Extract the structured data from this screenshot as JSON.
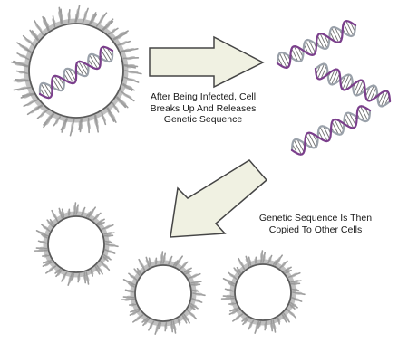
{
  "captions": {
    "step1": [
      "After Being Infected, Cell",
      "Breaks Up And Releases",
      "Genetic Sequence"
    ],
    "step2": [
      "Genetic Sequence Is Then",
      "Copied To Other Cells"
    ]
  },
  "icons": {
    "cell": "spiky-cell-icon",
    "dna": "dna-double-helix-icon",
    "arrow": "block-arrow-icon"
  },
  "colors": {
    "arrow_fill": "#f0f1e2",
    "arrow_stroke": "#454545",
    "dna_strand_dark": "#7b3f8c",
    "dna_strand_light": "#9aa1aa",
    "dna_rungs": "#6e6e6e",
    "cell_spikes": "#8b8b8b",
    "cell_ring": "#5c5c5c"
  }
}
